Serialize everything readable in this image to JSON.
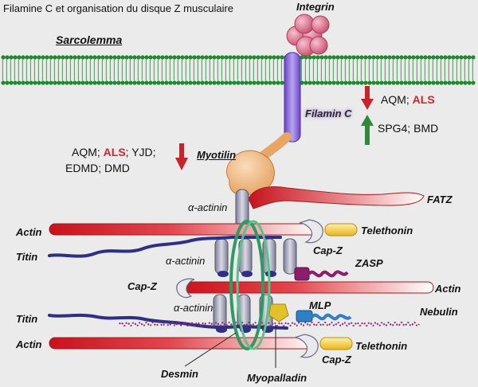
{
  "title": "Filamine C et organisation du disque Z musculaire",
  "labels": {
    "sarcolemma": "Sarcolemma",
    "integrin": "Integrin",
    "filamin_c": "Filamin C",
    "myotilin": "Myotilin",
    "fatz": "FATZ",
    "actin": "Actin",
    "telethonin": "Telethonin",
    "titin": "Titin",
    "alpha_actinin": "α-actinin",
    "cap_z": "Cap-Z",
    "zasp": "ZASP",
    "mlp": "MLP",
    "nebulin": "Nebulin",
    "desmin": "Desmin",
    "myopalladin": "Myopalladin"
  },
  "mutations_filamin": {
    "down_line_prefix": "AQM; ",
    "down_line_highlight": "ALS",
    "up_line": "SPG4; BMD"
  },
  "mutations_myotilin": {
    "line1_prefix": "AQM; ",
    "line1_highlight": "ALS",
    "line1_suffix": "; YJD;",
    "line2": "EDMD; DMD"
  },
  "colors": {
    "background": "#ebebeb",
    "membrane": "#1e8a2e",
    "integrin": "#d96b86",
    "filamin": "#8a6bd1",
    "myotilin": "#f0b27a",
    "fatz": "#d32a2a",
    "actin": "#d8313a",
    "titin": "#2e2f85",
    "alpha_actinin": "#a9a9be",
    "telethonin": "#f4c534",
    "zasp": "#8b1e6b",
    "mlp": "#2f7fc7",
    "desmin": "#2f9a63",
    "myopalladin": "#e3c12a",
    "arrow_down": "#c7232b",
    "arrow_up": "#2d8a3a",
    "highlight": "#d0262e"
  }
}
